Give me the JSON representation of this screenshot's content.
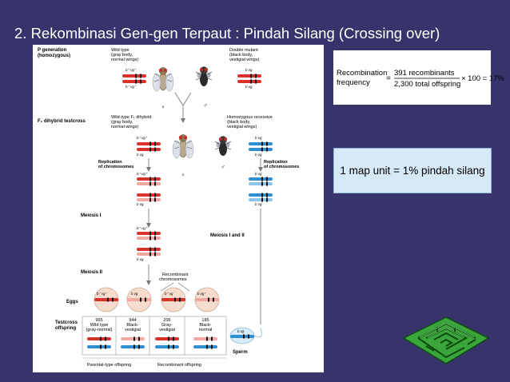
{
  "slide": {
    "title": "2. Rekombinasi Gen-gen Terpaut : Pindah Silang (Crossing over)",
    "map_unit_note": "1 map unit = 1% pindah silang"
  },
  "formula": {
    "lhs_line1": "Recombination",
    "lhs_line2": "frequency",
    "equals": "=",
    "numerator": "391 recombinants",
    "denominator": "2,300 total offspring",
    "rhs": "× 100 = 17%"
  },
  "figure": {
    "p_gen_line1": "P generation",
    "p_gen_line2": "(homozygous)",
    "wild_type_label": [
      "Wild type",
      "(gray body,",
      "normal wings)"
    ],
    "double_mutant_label": [
      "Double mutant",
      "(black body,",
      "vestigial wings)"
    ],
    "f1_label": "F₁ dihybrid testcross",
    "f1_hybrid_label": [
      "Wild-type F₁ dihybrid",
      "(gray body,",
      "normal wings)"
    ],
    "homozygous_recessive_label": [
      "Homozygous recessive",
      "(black body,",
      "vestigial wings)"
    ],
    "replication_label_left": [
      "Replication",
      "of chromosomes"
    ],
    "replication_label_right": [
      "Replication",
      "of chromosomes"
    ],
    "meiosis_1_label": "Meiosis I",
    "meiosis_1_2_label": "Meiosis I and II",
    "meiosis_2_label": "Meiosis II",
    "recombinant_label": [
      "Recombinant",
      "chromosomes"
    ],
    "eggs_label": "Eggs",
    "testcross_label": [
      "Testcross",
      "offspring"
    ],
    "sperm_label": "Sperm",
    "parental_label": "Parental-type offspring",
    "recombinant_offspring_label": "Recombinant offspring",
    "female_symbol": "♀",
    "male_symbol": "♂",
    "allele_labels": {
      "wild": "b⁺ vg⁺",
      "mutant": "b vg",
      "b_plus_vg": "b⁺ vg",
      "b_vg_plus": "b vg⁺"
    },
    "offspring": [
      {
        "count": "965",
        "line1": "Wild type",
        "line2": "(gray-normal)"
      },
      {
        "count": "944",
        "line1": "Black-",
        "line2": "vestigial"
      },
      {
        "count": "206",
        "line1": "Gray-",
        "line2": "vestigial"
      },
      {
        "count": "185",
        "line1": "Black-",
        "line2": "normal"
      }
    ]
  },
  "colors": {
    "background": "#36346b",
    "chromosome_red": "#d8322a",
    "chromosome_pink": "#f0a8a0",
    "chromosome_blue": "#2f8fd0",
    "map_box": "#d6e9f8",
    "maze_green": "#3aa53a"
  },
  "icons": [
    "fly-icon",
    "maze-logo-icon"
  ]
}
